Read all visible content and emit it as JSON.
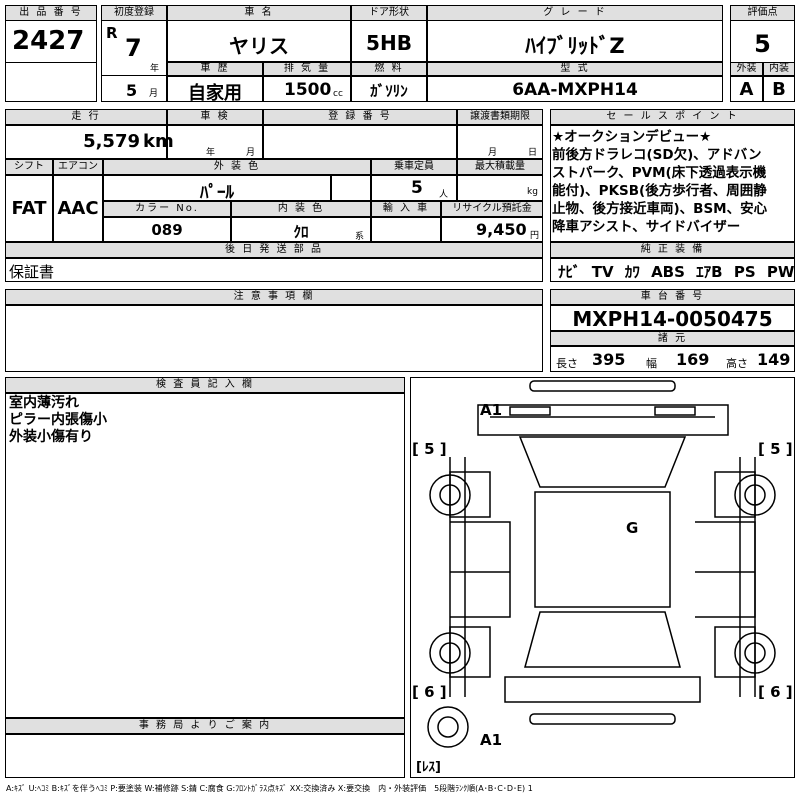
{
  "header": {
    "lot_label": "出 品 番 号",
    "lot_number": "2427",
    "first_reg_label": "初度登録",
    "era": "R",
    "year": "7",
    "year_unit": "年",
    "month": "5",
    "month_unit": "月",
    "car_name_label": "車 名",
    "car_name": "ヤリス",
    "door_label": "ドア形状",
    "door": "5HB",
    "grade_label": "グ レ ー ド",
    "grade": "ﾊｲﾌﾞﾘｯﾄﾞZ",
    "score_label": "評価点",
    "score": "5",
    "history_label": "車 歴",
    "history": "自家用",
    "displacement_label": "排 気 量",
    "displacement": "1500",
    "displacement_unit": "cc",
    "fuel_label": "燃 料",
    "fuel": "ｶﾞｿﾘﾝ",
    "model_label": "型 式",
    "model": "6AA-MXPH14",
    "exterior_label": "外装",
    "exterior_grade": "A",
    "interior_label": "内装",
    "interior_grade": "B"
  },
  "middle": {
    "mileage_label": "走 行",
    "mileage": "5,579",
    "mileage_unit": "km",
    "inspection_label": "車 検",
    "inspection_year_unit": "年",
    "inspection_month_unit": "月",
    "registration_label": "登 録 番 号",
    "transfer_label": "譲渡書類期限",
    "transfer_month_unit": "月",
    "transfer_day_unit": "日",
    "shift_label": "シフト",
    "shift": "FAT",
    "ac_label": "エアコン",
    "ac": "AAC",
    "color_label": "外 装 色",
    "color": "ﾊﾟｰﾙ",
    "capacity_label": "乗車定員",
    "capacity": "5",
    "capacity_unit": "人",
    "load_label": "最大積載量",
    "load_unit": "kg",
    "color_no_label": "カラー No.",
    "color_no": "089",
    "interior_color_label": "内 装 色",
    "interior_color": "ｸﾛ",
    "interior_color_unit": "系",
    "import_label": "輸 入 車",
    "recycle_label": "リサイクル預託金",
    "recycle": "9,450",
    "recycle_unit": "円",
    "later_parts_label": "後 日 発 送 部 品",
    "later_parts": "保証書"
  },
  "sales_points": {
    "label": "セ ー ル ス ポ イ ン ト",
    "lines": [
      "★オークションデビュー★",
      "前後方ドラレコ(SD欠)、アドバン",
      "ストパーク、PVM(床下透過表示機",
      "能付)、PKSB(後方歩行者、周囲静",
      "止物、後方接近車両)、BSM、安心",
      "降車アシスト、サイドバイザー"
    ]
  },
  "equipment": {
    "label": "純 正 装 備",
    "items": [
      "ﾅﾋﾞ",
      "TV",
      "ｶﾜ",
      "ABS",
      "ｴｱB",
      "PS",
      "PW"
    ]
  },
  "caution": {
    "label": "注 意 事 項 欄",
    "text": ""
  },
  "chassis": {
    "label": "車 台 番 号",
    "number": "MXPH14-0050475",
    "specs_label": "諸 元",
    "length_label": "長さ",
    "length": "395",
    "width_label": "幅",
    "width": "169",
    "height_label": "高さ",
    "height": "149"
  },
  "inspector": {
    "label": "検 査 員 記 入 欄",
    "lines": [
      "室内薄汚れ",
      "ピラー内張傷小",
      "外装小傷有り"
    ]
  },
  "office": {
    "label": "事 務 局 よ り ご 案 内",
    "text": ""
  },
  "diagram": {
    "mark_front": "A1",
    "mark_rear": "A1",
    "mark_roof": "G",
    "tread_fl": "5",
    "tread_fr": "5",
    "tread_rl": "6",
    "tread_rr": "6",
    "spare": "ﾚｽ"
  },
  "legend": "A:ｷｽﾞ U:ﾍｺﾐ B:ｷｽﾞを伴うﾍｺﾐ P:要塗装 W:補修跡 S:錆 C:腐食 G:ﾌﾛﾝﾄｶﾞﾗｽ点ｷｽﾞ XX:交換済み X:要交換　内・外装評価　5段階ﾗﾝｸ順(A･B･C･D･E) 1"
}
